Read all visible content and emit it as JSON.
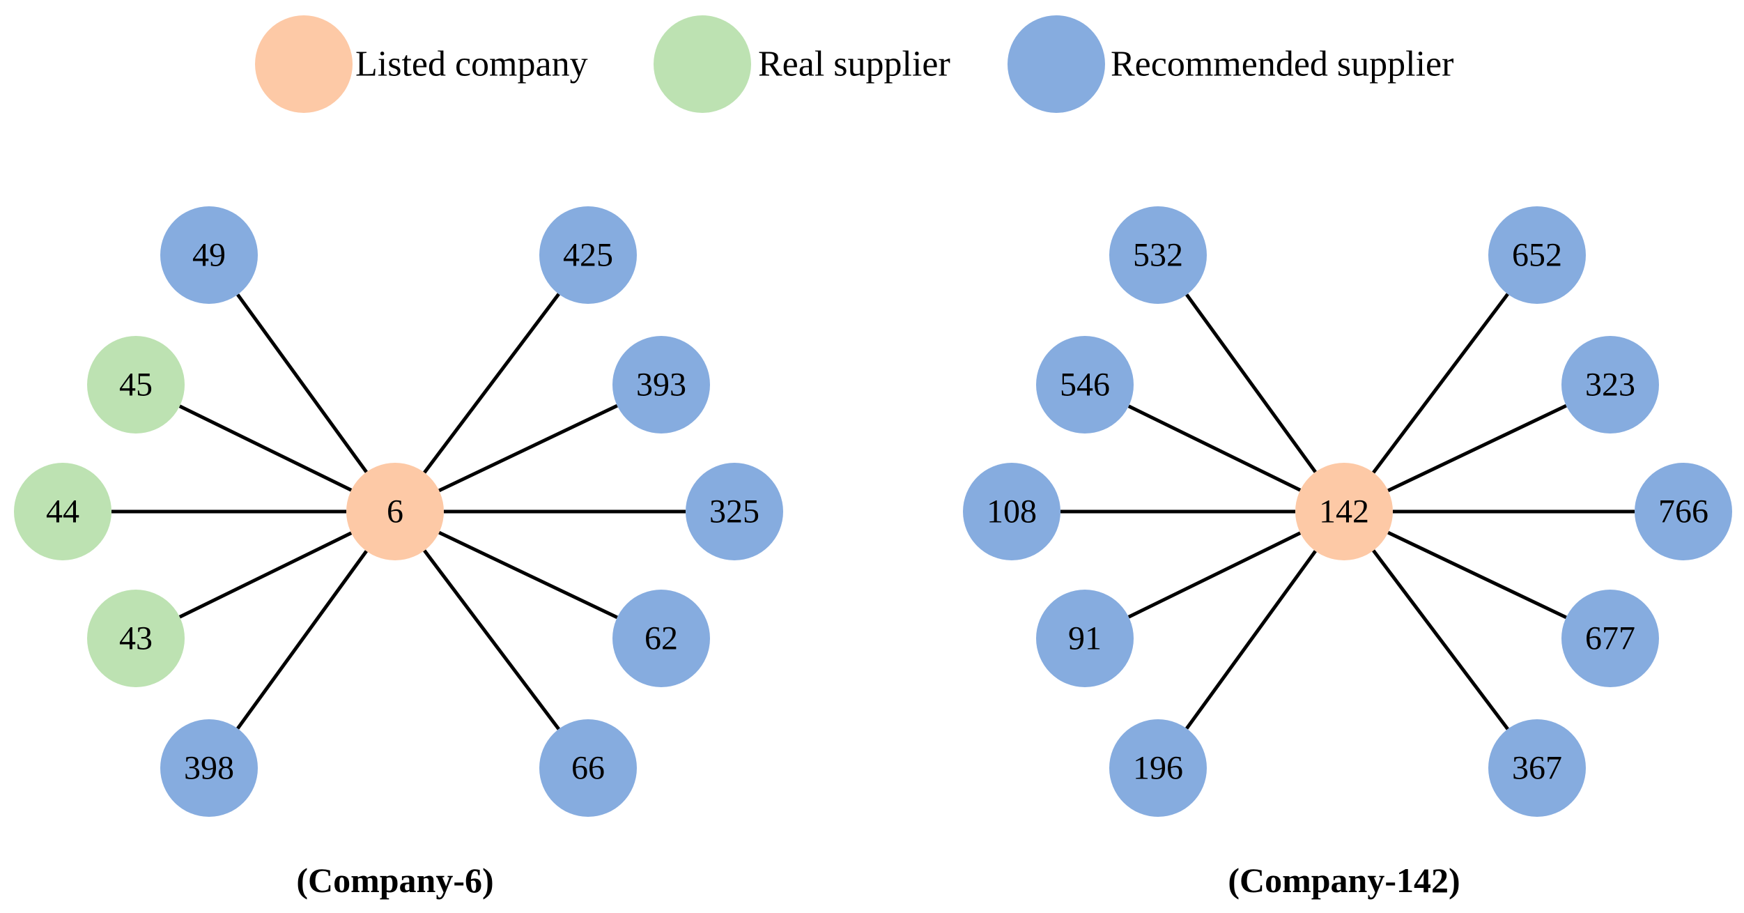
{
  "colors": {
    "listed": "#fdc9a6",
    "real": "#bde2b2",
    "recommended": "#86acdf"
  },
  "legend": [
    {
      "type": "listed",
      "label": "Listed company"
    },
    {
      "type": "real",
      "label": "Real supplier"
    },
    {
      "type": "recommended",
      "label": "Recommended supplier"
    }
  ],
  "graphs": [
    {
      "caption": "(Company-6)",
      "center": {
        "id": "6",
        "type": "listed"
      },
      "neighbors": [
        {
          "id": "49",
          "type": "recommended"
        },
        {
          "id": "425",
          "type": "recommended"
        },
        {
          "id": "45",
          "type": "real"
        },
        {
          "id": "393",
          "type": "recommended"
        },
        {
          "id": "44",
          "type": "real"
        },
        {
          "id": "325",
          "type": "recommended"
        },
        {
          "id": "43",
          "type": "real"
        },
        {
          "id": "62",
          "type": "recommended"
        },
        {
          "id": "398",
          "type": "recommended"
        },
        {
          "id": "66",
          "type": "recommended"
        }
      ]
    },
    {
      "caption": "(Company-142)",
      "center": {
        "id": "142",
        "type": "listed"
      },
      "neighbors": [
        {
          "id": "532",
          "type": "recommended"
        },
        {
          "id": "652",
          "type": "recommended"
        },
        {
          "id": "546",
          "type": "recommended"
        },
        {
          "id": "323",
          "type": "recommended"
        },
        {
          "id": "108",
          "type": "recommended"
        },
        {
          "id": "766",
          "type": "recommended"
        },
        {
          "id": "91",
          "type": "recommended"
        },
        {
          "id": "677",
          "type": "recommended"
        },
        {
          "id": "196",
          "type": "recommended"
        },
        {
          "id": "367",
          "type": "recommended"
        }
      ]
    }
  ]
}
